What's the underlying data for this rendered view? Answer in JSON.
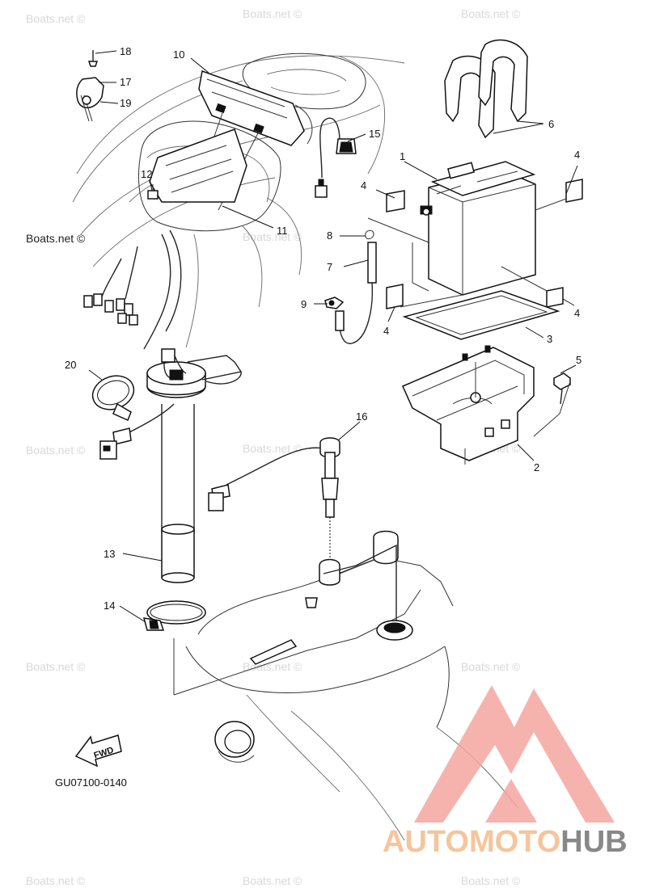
{
  "diagram_code": "GU07100-0140",
  "watermark_text": "Boats.net ©",
  "logo": {
    "word_a": "AUTOMOTO",
    "word_b": "HUB",
    "color_a": "#f5c59b",
    "color_b": "#888888",
    "mark_color": "#f4a6a0"
  },
  "fwd_label": "FWD",
  "callouts": {
    "c1": "1",
    "c2": "2",
    "c3": "3",
    "c4a": "4",
    "c4b": "4",
    "c4c": "4",
    "c4d": "4",
    "c5": "5",
    "c6": "6",
    "c7": "7",
    "c8": "8",
    "c9": "9",
    "c10": "10",
    "c11": "11",
    "c12": "12",
    "c13": "13",
    "c14": "14",
    "c15": "15",
    "c16": "16",
    "c17": "17",
    "c18": "18",
    "c19": "19",
    "c20": "20"
  }
}
